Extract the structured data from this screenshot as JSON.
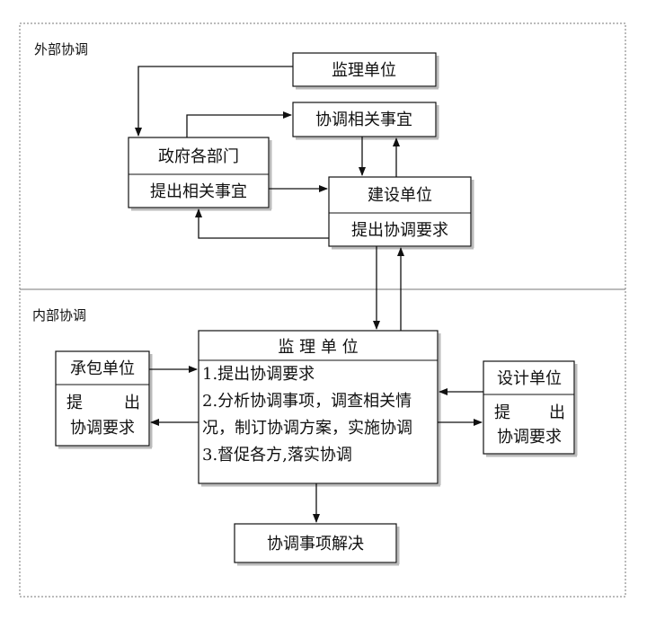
{
  "outer_region": {
    "label": "外部协调"
  },
  "inner_region": {
    "label": "内部协调"
  },
  "supervisor_top": {
    "label": "监理单位"
  },
  "coordinate_matters": {
    "label": "协调相关事宜"
  },
  "government": {
    "title": "政府各部门",
    "body": "提出相关事宜"
  },
  "construction": {
    "title": "建设单位",
    "body": "提出协调要求"
  },
  "supervisor_main": {
    "title": "监 理 单 位",
    "lines": [
      "1.提出协调要求",
      "2.分析协调事项，调查相关情",
      "况，制订协调方案，实施协调",
      "3.督促各方,落实协调"
    ]
  },
  "contractor": {
    "title": "承包单位",
    "body_line1_left": "提",
    "body_line1_right": "出",
    "body_line2": "协调要求"
  },
  "designer": {
    "title": "设计单位",
    "body_line1_left": "提",
    "body_line1_right": "出",
    "body_line2": "协调要求"
  },
  "resolved": {
    "label": "协调事项解决"
  }
}
